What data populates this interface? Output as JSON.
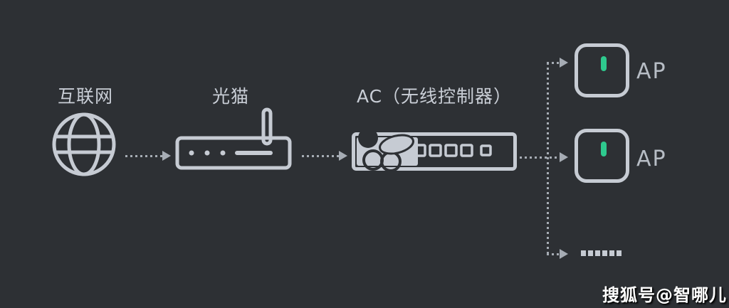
{
  "theme": {
    "bg": "#2d3034",
    "stroke": "#c6cbd3",
    "text": "#c9ced6",
    "connector": "#a6acb4",
    "led-green": "#2ec98e",
    "ap-text": "#b7bdc5",
    "watermark-color": "#ffffff"
  },
  "nodes": {
    "internet": {
      "label": "互联网",
      "icon": "globe-icon"
    },
    "modem": {
      "label": "光猫",
      "icon": "modem-icon"
    },
    "ac": {
      "label": "AC（无线控制器）",
      "icon": "ac-controller-icon"
    },
    "ap1": {
      "label": "AP",
      "status_led": "green"
    },
    "ap2": {
      "label": "AP",
      "status_led": "green"
    },
    "more_aps": {
      "label": "......"
    }
  },
  "watermark": {
    "text": "搜狐号@智哪儿"
  }
}
